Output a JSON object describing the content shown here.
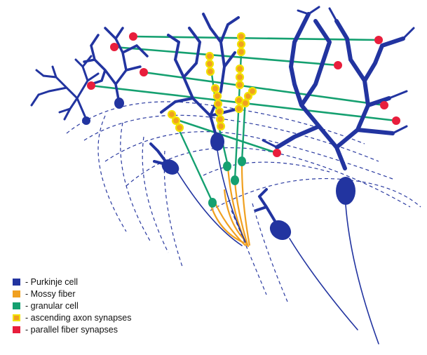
{
  "figure": {
    "colors": {
      "purkinje": "#2234a0",
      "mossy": "#f0a020",
      "granular": "#15a070",
      "ascending_fill": "#f0a020",
      "ascending_ring": "#f2e200",
      "parallel": "#e81e3c",
      "fissure": "#2234a0"
    }
  },
  "legend": {
    "items": [
      {
        "color": "#2234a0",
        "border": "",
        "label": "- Purkinje cell"
      },
      {
        "color": "#f0a020",
        "border": "",
        "label": "- Mossy fiber"
      },
      {
        "color": "#15a070",
        "border": "",
        "label": "- granular cell"
      },
      {
        "color": "#f0a020",
        "border": "#f2e200",
        "label": "- ascending axon synapses"
      },
      {
        "color": "#e81e3c",
        "border": "",
        "label": "- parallel fiber synapses"
      }
    ]
  }
}
